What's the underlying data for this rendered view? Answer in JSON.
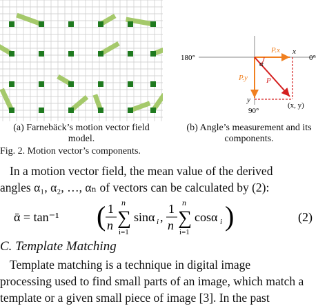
{
  "figure_left": {
    "caption_line1": "(a) Farnebäck’s motion vector field",
    "caption_line2": "model."
  },
  "figure_right": {
    "angle_left": "180°",
    "angle_right": "0°",
    "angle_bottom": "90°",
    "label_px": "P.x",
    "label_py": "P.y",
    "label_p": "P",
    "label_alpha": "α",
    "label_x": "x",
    "label_y": "y",
    "label_point": "(x, y)",
    "caption_line1": "(b) Angle’s measurement and its",
    "caption_line2": "components."
  },
  "fig_caption": "Fig. 2.  Motion vector’s components.",
  "paragraph1": {
    "line1": "In a motion vector field, the mean value of the derived",
    "line2": "angles α₁, α₂, …, αₙ of vectors can be calculated by (2):"
  },
  "equation": {
    "lhs": "ᾱ = tan⁻¹",
    "frac_num": "1",
    "frac_den": "n",
    "sum_top": "n",
    "sum_bottom": "i=1",
    "term1": "sinα",
    "term2": "cosα",
    "sub_i": "i",
    "comma": ",",
    "number": "(2)"
  },
  "section_heading": "C.   Template Matching",
  "paragraph2": {
    "line1": "Template matching is a technique in digital image",
    "line2": "processing used to find small parts of an image, which match a",
    "line3": "template or a given small piece of image [3]. In the past"
  },
  "colors": {
    "grid": "#c9c9c9",
    "square": "#1f7a1f",
    "vector": "#a5c96b",
    "axis_orange": "#f08020",
    "vector_red": "#d42020"
  }
}
